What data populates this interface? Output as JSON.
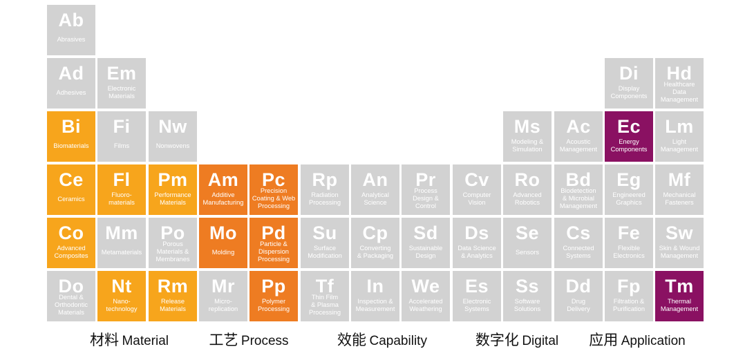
{
  "colors": {
    "gray": "#d2d2d2",
    "amber": "#f7a51c",
    "orange": "#ee7c22",
    "purple": "#8a1162",
    "tile_text": "#ffffff",
    "category_text": "#111111",
    "background": "#ffffff"
  },
  "grid": {
    "rows": 6,
    "columns": 13
  },
  "tiles": [
    {
      "symbol": "Ab",
      "name": "Abrasives",
      "row": 1,
      "col": 1,
      "color": "gray"
    },
    {
      "symbol": "Ad",
      "name": "Adhesives",
      "row": 2,
      "col": 1,
      "color": "gray"
    },
    {
      "symbol": "Em",
      "name": "Electronic\nMaterials",
      "row": 2,
      "col": 2,
      "color": "gray"
    },
    {
      "symbol": "Di",
      "name": "Display\nComponents",
      "row": 2,
      "col": 12,
      "color": "gray"
    },
    {
      "symbol": "Hd",
      "name": "Healthcare\nData\nManagement",
      "row": 2,
      "col": 13,
      "color": "gray"
    },
    {
      "symbol": "Bi",
      "name": "Biomaterials",
      "row": 3,
      "col": 1,
      "color": "amber"
    },
    {
      "symbol": "Fi",
      "name": "Films",
      "row": 3,
      "col": 2,
      "color": "gray"
    },
    {
      "symbol": "Nw",
      "name": "Nonwovens",
      "row": 3,
      "col": 3,
      "color": "gray"
    },
    {
      "symbol": "Ms",
      "name": "Modeling &\nSimulation",
      "row": 3,
      "col": 10,
      "color": "gray"
    },
    {
      "symbol": "Ac",
      "name": "Acoustic\nManagement",
      "row": 3,
      "col": 11,
      "color": "gray"
    },
    {
      "symbol": "Ec",
      "name": "Energy\nComponents",
      "row": 3,
      "col": 12,
      "color": "purple"
    },
    {
      "symbol": "Lm",
      "name": "Light\nManagement",
      "row": 3,
      "col": 13,
      "color": "gray"
    },
    {
      "symbol": "Ce",
      "name": "Ceramics",
      "row": 4,
      "col": 1,
      "color": "amber"
    },
    {
      "symbol": "Fl",
      "name": "Fluoro-\nmaterials",
      "row": 4,
      "col": 2,
      "color": "amber"
    },
    {
      "symbol": "Pm",
      "name": "Performance\nMaterials",
      "row": 4,
      "col": 3,
      "color": "amber"
    },
    {
      "symbol": "Am",
      "name": "Additive\nManufacturing",
      "row": 4,
      "col": 4,
      "color": "orange"
    },
    {
      "symbol": "Pc",
      "name": "Precision\nCoating & Web\nProcessing",
      "row": 4,
      "col": 5,
      "color": "orange"
    },
    {
      "symbol": "Rp",
      "name": "Radiation\nProcessing",
      "row": 4,
      "col": 6,
      "color": "gray"
    },
    {
      "symbol": "An",
      "name": "Analytical\nScience",
      "row": 4,
      "col": 7,
      "color": "gray"
    },
    {
      "symbol": "Pr",
      "name": "Process\nDesign &\nControl",
      "row": 4,
      "col": 8,
      "color": "gray"
    },
    {
      "symbol": "Cv",
      "name": "Computer\nVision",
      "row": 4,
      "col": 9,
      "color": "gray"
    },
    {
      "symbol": "Ro",
      "name": "Advanced\nRobotics",
      "row": 4,
      "col": 10,
      "color": "gray"
    },
    {
      "symbol": "Bd",
      "name": "Biodetection\n& Microbial\nManagement",
      "row": 4,
      "col": 11,
      "color": "gray"
    },
    {
      "symbol": "Eg",
      "name": "Engineered\nGraphics",
      "row": 4,
      "col": 12,
      "color": "gray"
    },
    {
      "symbol": "Mf",
      "name": "Mechanical\nFasteners",
      "row": 4,
      "col": 13,
      "color": "gray"
    },
    {
      "symbol": "Co",
      "name": "Advanced\nComposites",
      "row": 5,
      "col": 1,
      "color": "amber"
    },
    {
      "symbol": "Mm",
      "name": "Metamaterials",
      "row": 5,
      "col": 2,
      "color": "gray"
    },
    {
      "symbol": "Po",
      "name": "Porous\nMaterials &\nMembranes",
      "row": 5,
      "col": 3,
      "color": "gray"
    },
    {
      "symbol": "Mo",
      "name": "Molding",
      "row": 5,
      "col": 4,
      "color": "orange"
    },
    {
      "symbol": "Pd",
      "name": "Particle &\nDispersion\nProcessing",
      "row": 5,
      "col": 5,
      "color": "orange"
    },
    {
      "symbol": "Su",
      "name": "Surface\nModification",
      "row": 5,
      "col": 6,
      "color": "gray"
    },
    {
      "symbol": "Cp",
      "name": "Converting\n& Packaging",
      "row": 5,
      "col": 7,
      "color": "gray"
    },
    {
      "symbol": "Sd",
      "name": "Sustainable\nDesign",
      "row": 5,
      "col": 8,
      "color": "gray"
    },
    {
      "symbol": "Ds",
      "name": "Data Science\n& Analytics",
      "row": 5,
      "col": 9,
      "color": "gray"
    },
    {
      "symbol": "Se",
      "name": "Sensors",
      "row": 5,
      "col": 10,
      "color": "gray"
    },
    {
      "symbol": "Cs",
      "name": "Connected\nSystems",
      "row": 5,
      "col": 11,
      "color": "gray"
    },
    {
      "symbol": "Fe",
      "name": "Flexible\nElectronics",
      "row": 5,
      "col": 12,
      "color": "gray"
    },
    {
      "symbol": "Sw",
      "name": "Skin & Wound\nManagement",
      "row": 5,
      "col": 13,
      "color": "gray"
    },
    {
      "symbol": "Do",
      "name": "Dental &\nOrthodontic\nMaterials",
      "row": 6,
      "col": 1,
      "color": "gray"
    },
    {
      "symbol": "Nt",
      "name": "Nano-\ntechnology",
      "row": 6,
      "col": 2,
      "color": "amber"
    },
    {
      "symbol": "Rm",
      "name": "Release\nMaterials",
      "row": 6,
      "col": 3,
      "color": "amber"
    },
    {
      "symbol": "Mr",
      "name": "Micro-\nreplication",
      "row": 6,
      "col": 4,
      "color": "gray"
    },
    {
      "symbol": "Pp",
      "name": "Polymer\nProcessing",
      "row": 6,
      "col": 5,
      "color": "orange"
    },
    {
      "symbol": "Tf",
      "name": "Thin Film\n& Plasma\nProcessing",
      "row": 6,
      "col": 6,
      "color": "gray"
    },
    {
      "symbol": "In",
      "name": "Inspection &\nMeasurement",
      "row": 6,
      "col": 7,
      "color": "gray"
    },
    {
      "symbol": "We",
      "name": "Accelerated\nWeathering",
      "row": 6,
      "col": 8,
      "color": "gray"
    },
    {
      "symbol": "Es",
      "name": "Electronic\nSystems",
      "row": 6,
      "col": 9,
      "color": "gray"
    },
    {
      "symbol": "Ss",
      "name": "Software\nSolutions",
      "row": 6,
      "col": 10,
      "color": "gray"
    },
    {
      "symbol": "Dd",
      "name": "Drug\nDelivery",
      "row": 6,
      "col": 11,
      "color": "gray"
    },
    {
      "symbol": "Fp",
      "name": "Filtration &\nPurification",
      "row": 6,
      "col": 12,
      "color": "gray"
    },
    {
      "symbol": "Tm",
      "name": "Thermal\nManagement",
      "row": 6,
      "col": 13,
      "color": "purple"
    }
  ],
  "categories": [
    {
      "zh": "材料",
      "en": "Material",
      "columns": [
        1,
        3
      ]
    },
    {
      "zh": "工艺",
      "en": "Process",
      "columns": [
        4,
        5
      ]
    },
    {
      "zh": "效能",
      "en": "Capability",
      "columns": [
        6,
        8
      ]
    },
    {
      "zh": "数字化",
      "en": "Digital",
      "columns": [
        9,
        11
      ]
    },
    {
      "zh": "应用",
      "en": "Application",
      "columns": [
        12,
        13
      ]
    }
  ]
}
